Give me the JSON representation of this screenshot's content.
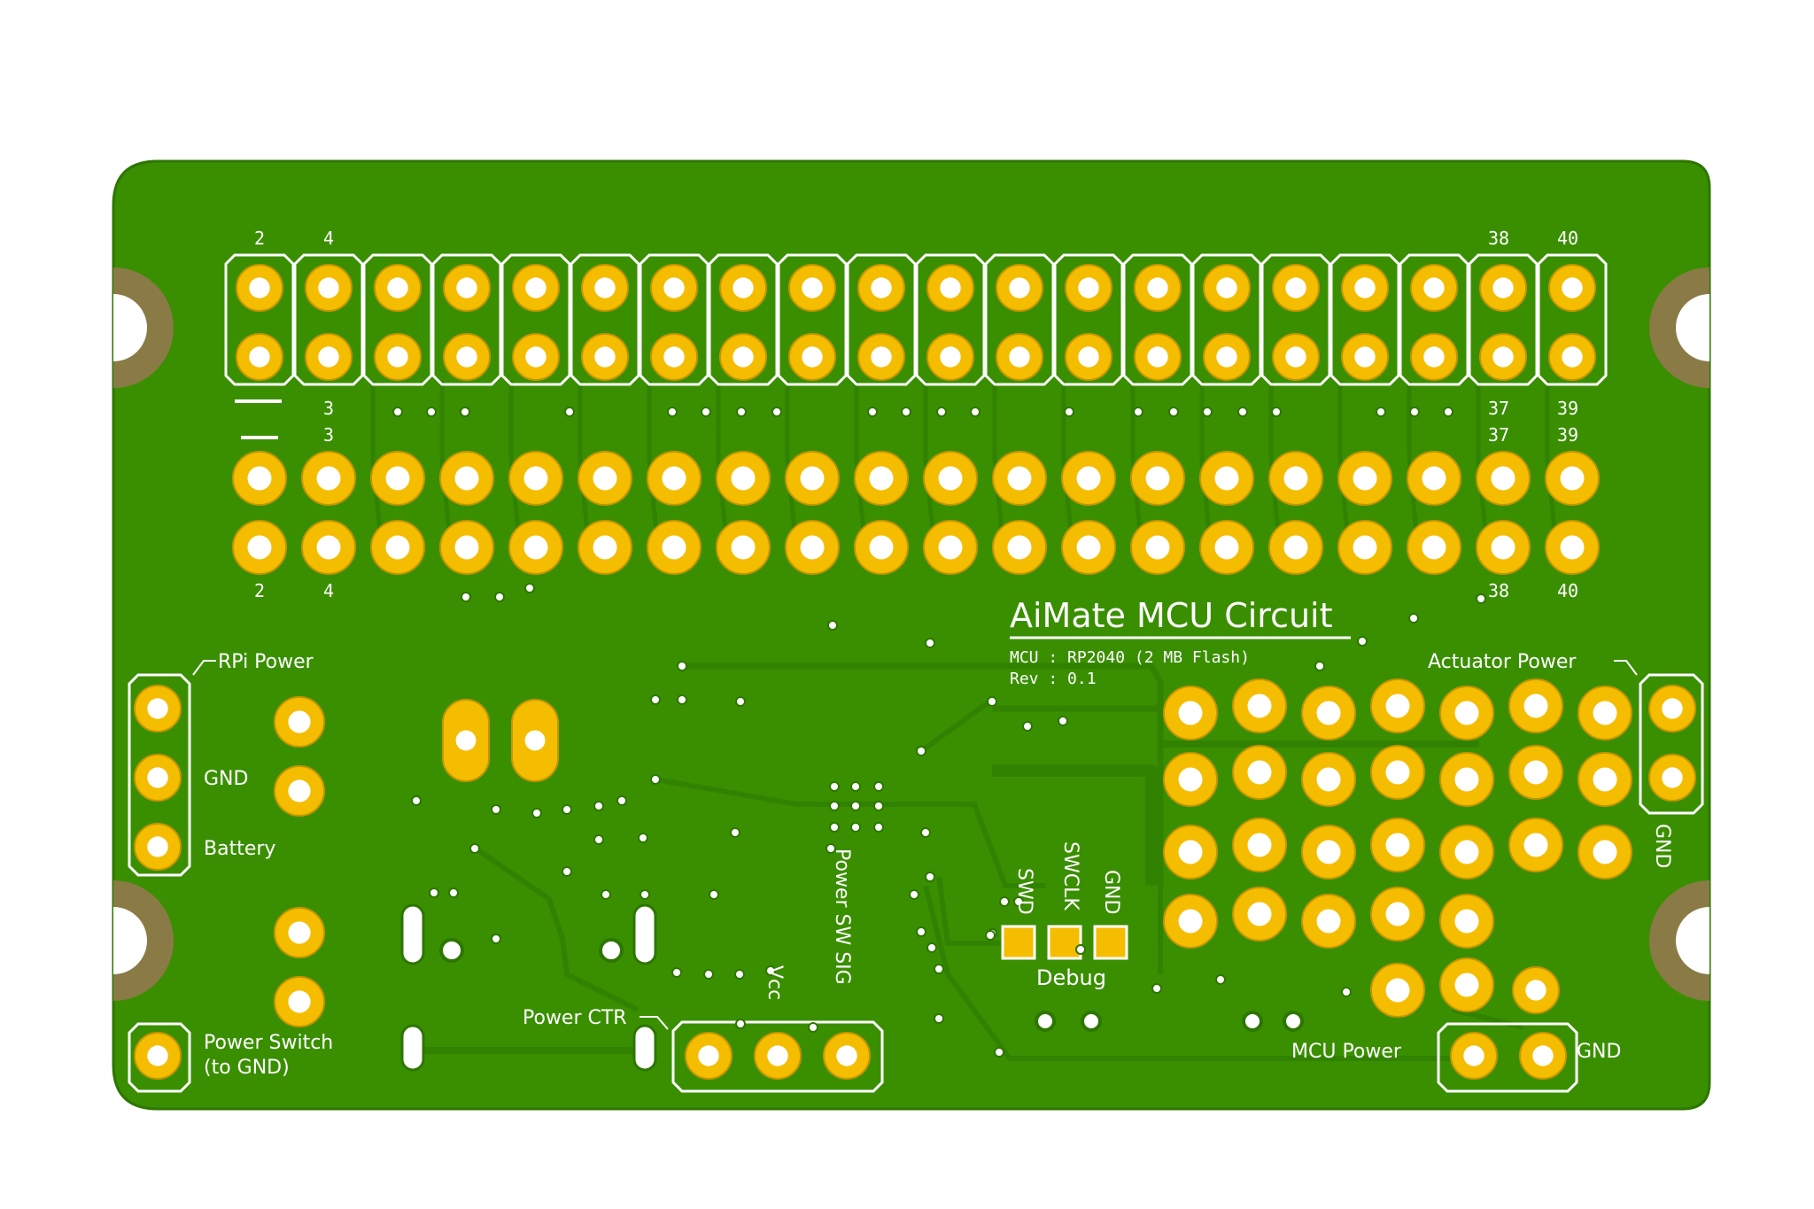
{
  "colors": {
    "board": "#3a8f00",
    "board_edge": "#2d7600",
    "trace": "#318200",
    "pad": "#f5bd00",
    "pad_edge": "#c79500",
    "hole": "#ffffff",
    "notch": "#8a7a45",
    "silk": "#ffffff"
  },
  "board": {
    "title": "AiMate MCU Circuit",
    "mcu_line": "MCU : RP2040 (2 MB Flash)",
    "rev_line": "Rev : 0.1"
  },
  "header_pins": {
    "top_even_left": [
      "2",
      "4"
    ],
    "top_even_right": [
      "38",
      "40"
    ],
    "top_odd_right": [
      "37",
      "39"
    ],
    "mid_odd_left": [
      "3",
      "3"
    ],
    "mid_odd_right": [
      "37",
      "39"
    ],
    "bottom_even_left": [
      "2",
      "4"
    ],
    "bottom_even_right": [
      "38",
      "40"
    ]
  },
  "labels": {
    "rpi_power": "RPi Power",
    "gnd_left": "GND",
    "battery": "Battery",
    "power_switch_1": "Power Switch",
    "power_switch_2": "(to GND)",
    "power_ctr": "Power CTR",
    "vcc": "Vcc",
    "power_sw_sig": "Power SW SIG",
    "swd": "SWD",
    "swclk": "SWCLK",
    "gnd_debug": "GND",
    "debug": "Debug",
    "actuator_power": "Actuator Power",
    "gnd_right": "GND",
    "mcu_power": "MCU Power",
    "gnd_bottom": "GND"
  }
}
